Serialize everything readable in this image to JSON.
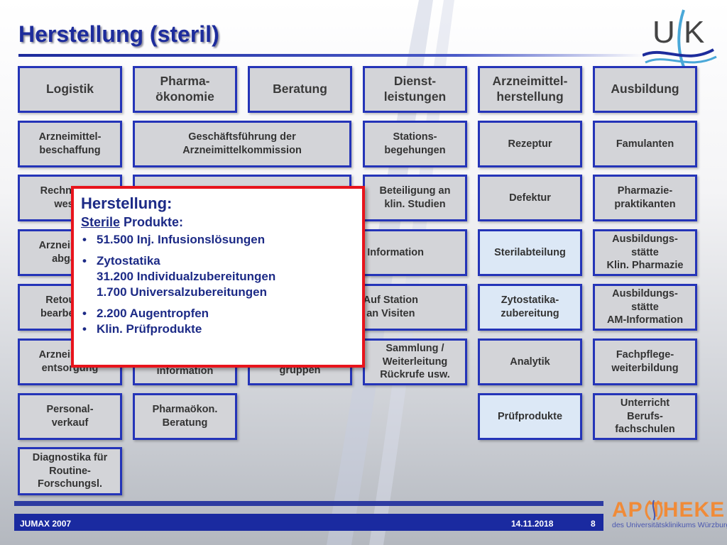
{
  "title": "Herstellung (steril)",
  "logo_top": {
    "text": "U K",
    "icon": "uk-logo-icon"
  },
  "columns": [
    {
      "header": "Logistik",
      "items": [
        "Arzneimittel-\nbeschaffung",
        "Rechnungs-\nwesen",
        "Arzneimittel-\nabgabe",
        "Retouren-\nbearbeitung",
        "Arzneimittel-\nentsorgung",
        "Personal-\nverkauf",
        "Diagnostika für\nRoutine-\nForschungsl."
      ]
    },
    {
      "header": "Pharma-\nökonomie",
      "items": [
        "",
        "",
        "",
        "",
        "information",
        "Pharmaökon.\nBeratung"
      ]
    },
    {
      "header": "Beratung",
      "items": [
        "gruppen"
      ]
    },
    {
      "header": "Dienst-\nleistungen",
      "items": [
        "Stations-\nbegehungen",
        "Beteiligung an\nklin. Studien",
        "Information",
        "Auf Station\nan Visiten",
        "Sammlung /\nWeiterleitung\nRückrufe usw."
      ]
    },
    {
      "header": "Arzneimittel-\nherstellung",
      "items": [
        "Rezeptur",
        "Defektur",
        "Sterilabteilung",
        "Zytostatika-\nzubereitung",
        "Analytik",
        "Prüfprodukte"
      ]
    },
    {
      "header": "Ausbildung",
      "items": [
        "Famulanten",
        "Pharmazie-\npraktikanten",
        "Ausbildungs-\nstätte\nKlin. Pharmazie",
        "Ausbildungs-\nstätte\nAM-Information",
        "Fachpflege-\nweiterbildung",
        "Unterricht\nBerufs-\nfachschulen"
      ]
    }
  ],
  "wide_item": "Geschäftsführung der\nArzneimittelkommission",
  "popup": {
    "title": "Herstellung:",
    "subtitle_underlined": "Sterile",
    "subtitle_rest": " Produkte:",
    "items": [
      "51.500 Inj. Infusionslösungen",
      "Zytostatika\n31.200 Individualzubereitungen\n   1.700 Universalzubereitungen",
      "   2.200 Augentropfen",
      "Klin. Prüfprodukte"
    ]
  },
  "footer": {
    "left": "JUMAX 2007",
    "date": "14.11.2018",
    "page": "8",
    "logo_main": "AP THEKE",
    "logo_sub": "des Universitätsklinikums Würzburg"
  },
  "colors": {
    "title": "#1d2c9c",
    "border": "#2434b8",
    "popup_border": "#e8141c",
    "footer": "#1a2aa0",
    "logo_orange": "#f08b38"
  }
}
